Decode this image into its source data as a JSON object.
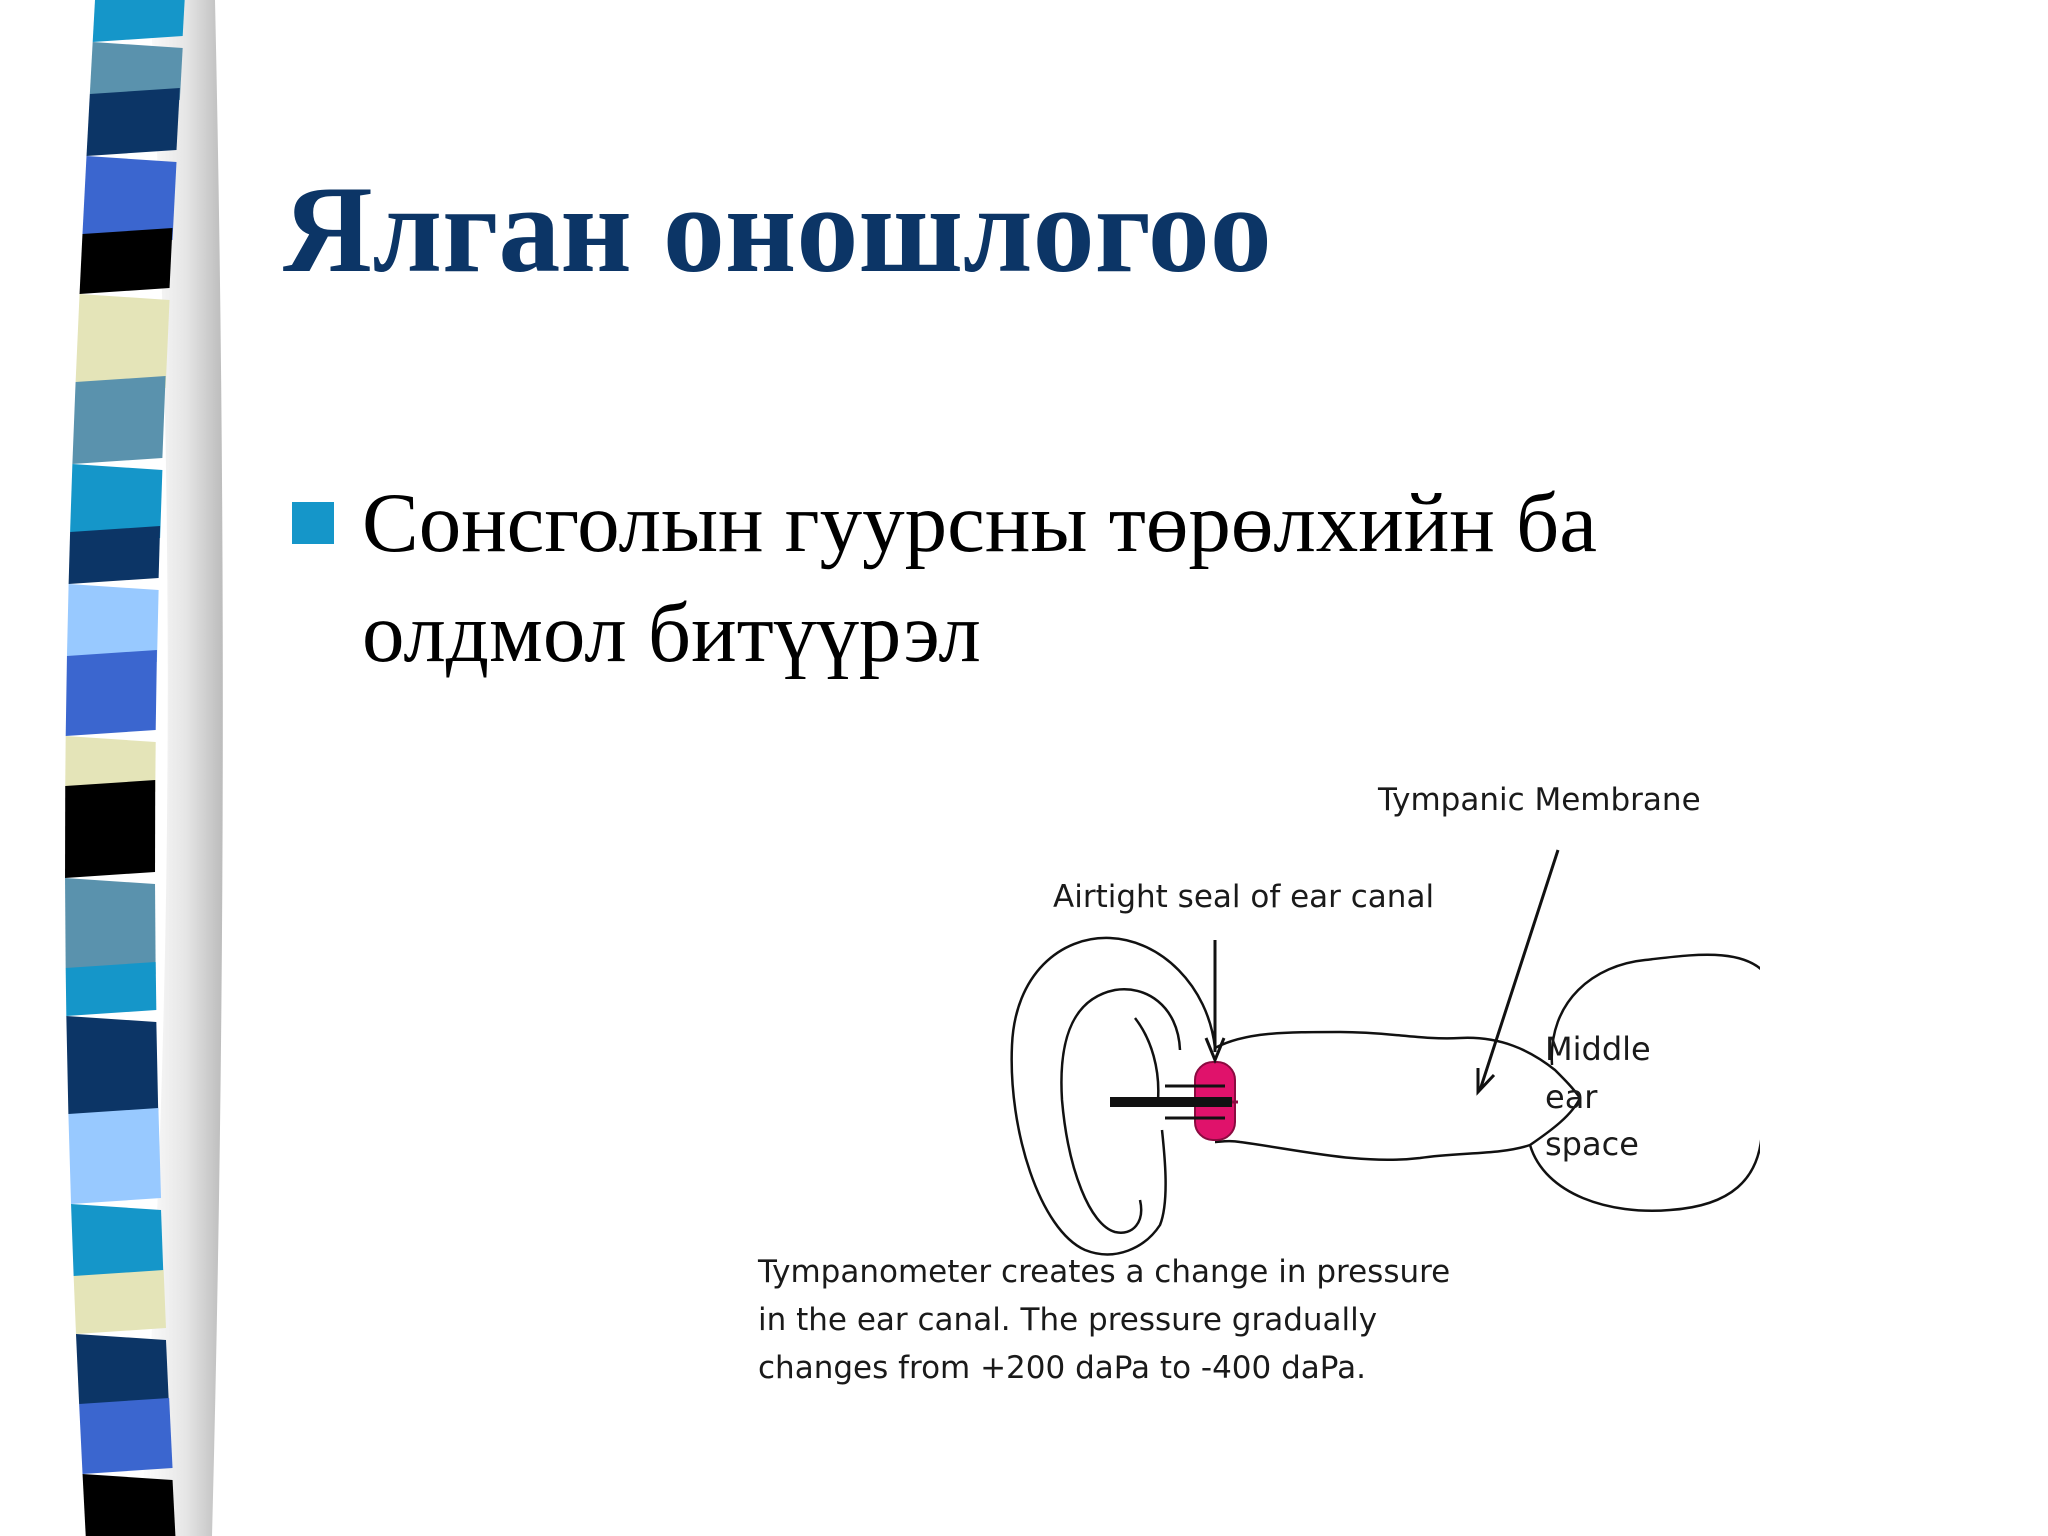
{
  "slide": {
    "title": "Ялган оношлогоо",
    "bullet": "Сонсголын гуурсны төрөлхийн ба олдмол битүүрэл"
  },
  "diagram": {
    "labels": {
      "tympanic_membrane": "Tympanic Membrane",
      "airtight_seal": "Airtight seal of ear canal",
      "middle_ear": [
        "Middle",
        "ear",
        "space"
      ]
    },
    "caption": [
      "Tympanometer creates a change in pressure",
      "in the ear canal.  The pressure gradually",
      "changes from +200 daPa to -400 daPa."
    ]
  },
  "colors": {
    "title": "#0c3566",
    "bullet": "#1596c9",
    "seal": "#e0126b",
    "stripes": [
      "#1596c9",
      "#5a92ad",
      "#0c3566",
      "#3b66cf",
      "#000000",
      "#e4e4b8",
      "#98c9ff"
    ]
  }
}
